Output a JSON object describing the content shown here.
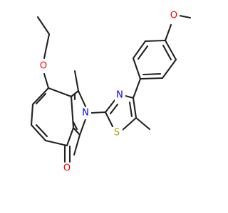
{
  "molecule": {
    "atoms": {
      "o_ether_top": {
        "symbol": "O",
        "color": "#ff0000"
      },
      "n_thiazole": {
        "symbol": "N",
        "color": "#0000ff"
      },
      "o_methoxy": {
        "symbol": "O",
        "color": "#ff0000"
      },
      "n_pyrrole": {
        "symbol": "N",
        "color": "#0000ff"
      },
      "s_thiazole": {
        "symbol": "S",
        "color": "#b8a000"
      },
      "o_ketone": {
        "symbol": "O",
        "color": "#ff0000"
      }
    },
    "bond_color": "#222222"
  }
}
